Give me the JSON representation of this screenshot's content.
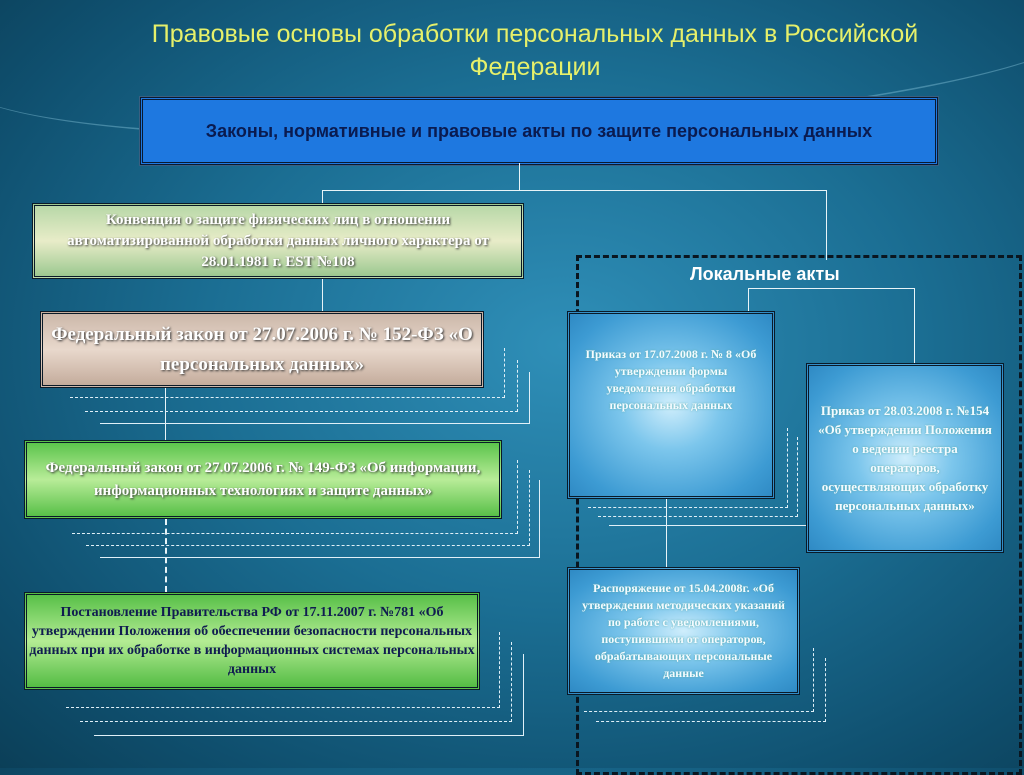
{
  "title": "Правовые основы обработки персональных данных в Российской Федерации",
  "header_box": "Законы, нормативные и правовые акты по защите персональных данных",
  "left": [
    "Конвенция о защите физических лиц в отношении автоматизированной обработки данных личного характера от 28.01.1981 г. EST №108",
    "Федеральный закон от 27.07.2006 г. № 152-ФЗ «О персональных данных»",
    "Федеральный закон от 27.07.2006 г. № 149-ФЗ «Об информации, информационных технологиях и защите данных»",
    "Постановление Правительства РФ от 17.11.2007 г. №781 «Об утверждении Положения об обеспечении безопасности персональных данных при их обработке в информационных системах персональных данных"
  ],
  "local": {
    "label": "Локальные акты",
    "items": [
      "Приказ от 17.07.2008 г. № 8 «Об утверждении формы уведомления обработки персональных данных",
      "Приказ от 28.03.2008 г. №154 «Об утверждении Положения о ведении реестра операторов, осуществляющих обработку персональных данных»",
      "Распоряжение от 15.04.2008г. «Об утверждении методических указаний по работе с уведомлениями, поступившими от операторов, обрабатывающих персональные данные"
    ]
  }
}
